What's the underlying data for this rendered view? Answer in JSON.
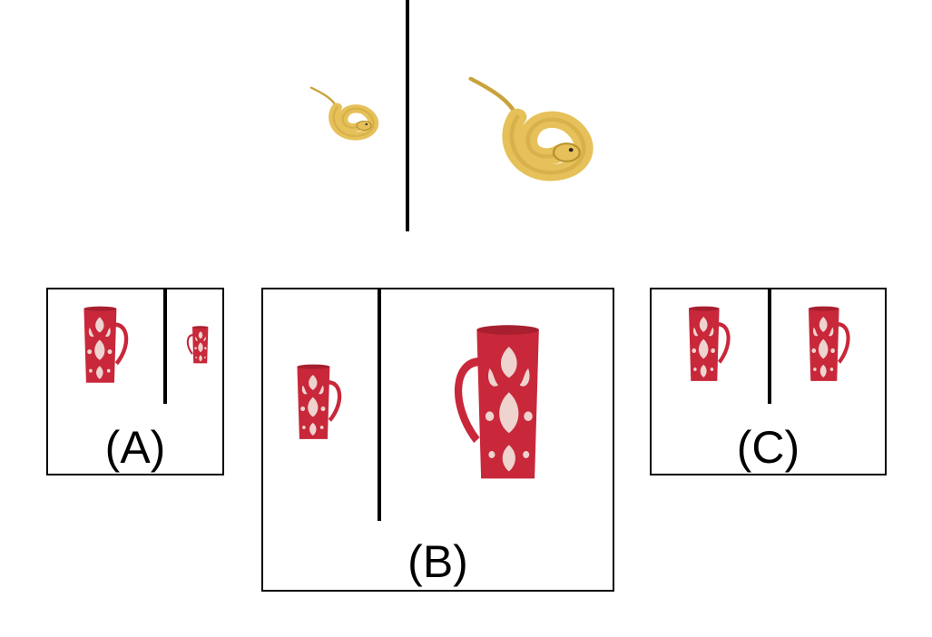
{
  "question": {
    "left_image": "snake-icon",
    "right_image": "snake-icon"
  },
  "options": [
    {
      "label": "(A)",
      "left_image": "mug-icon",
      "right_image": "mug-icon"
    },
    {
      "label": "(B)",
      "left_image": "mug-icon",
      "right_image": "mug-icon"
    },
    {
      "label": "(C)",
      "left_image": "mug-icon",
      "right_image": "mug-icon"
    }
  ],
  "colors": {
    "snake_body": "#e6c15a",
    "snake_shadow": "#c9a23c",
    "mug_red": "#c8283a",
    "mug_pattern": "#f3e6e0",
    "divider": "#000000"
  }
}
